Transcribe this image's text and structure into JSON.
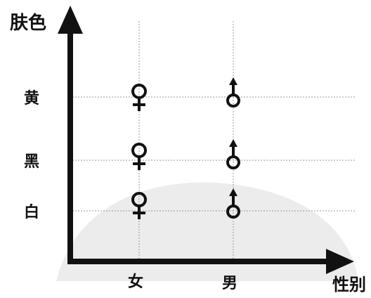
{
  "y_axis_label": "肤色",
  "x_axis_label": "性别",
  "rows": [
    {
      "label": "黄"
    },
    {
      "label": "黑"
    },
    {
      "label": "白"
    }
  ],
  "columns": [
    {
      "label": "女",
      "symbol": "♀",
      "icon": "female-symbol-icon"
    },
    {
      "label": "男",
      "symbol": "♂",
      "icon": "male-symbol-icon"
    }
  ],
  "colors": {
    "ink": "#111111",
    "grid": "#9a9a9a",
    "watermark": "#ececec"
  }
}
